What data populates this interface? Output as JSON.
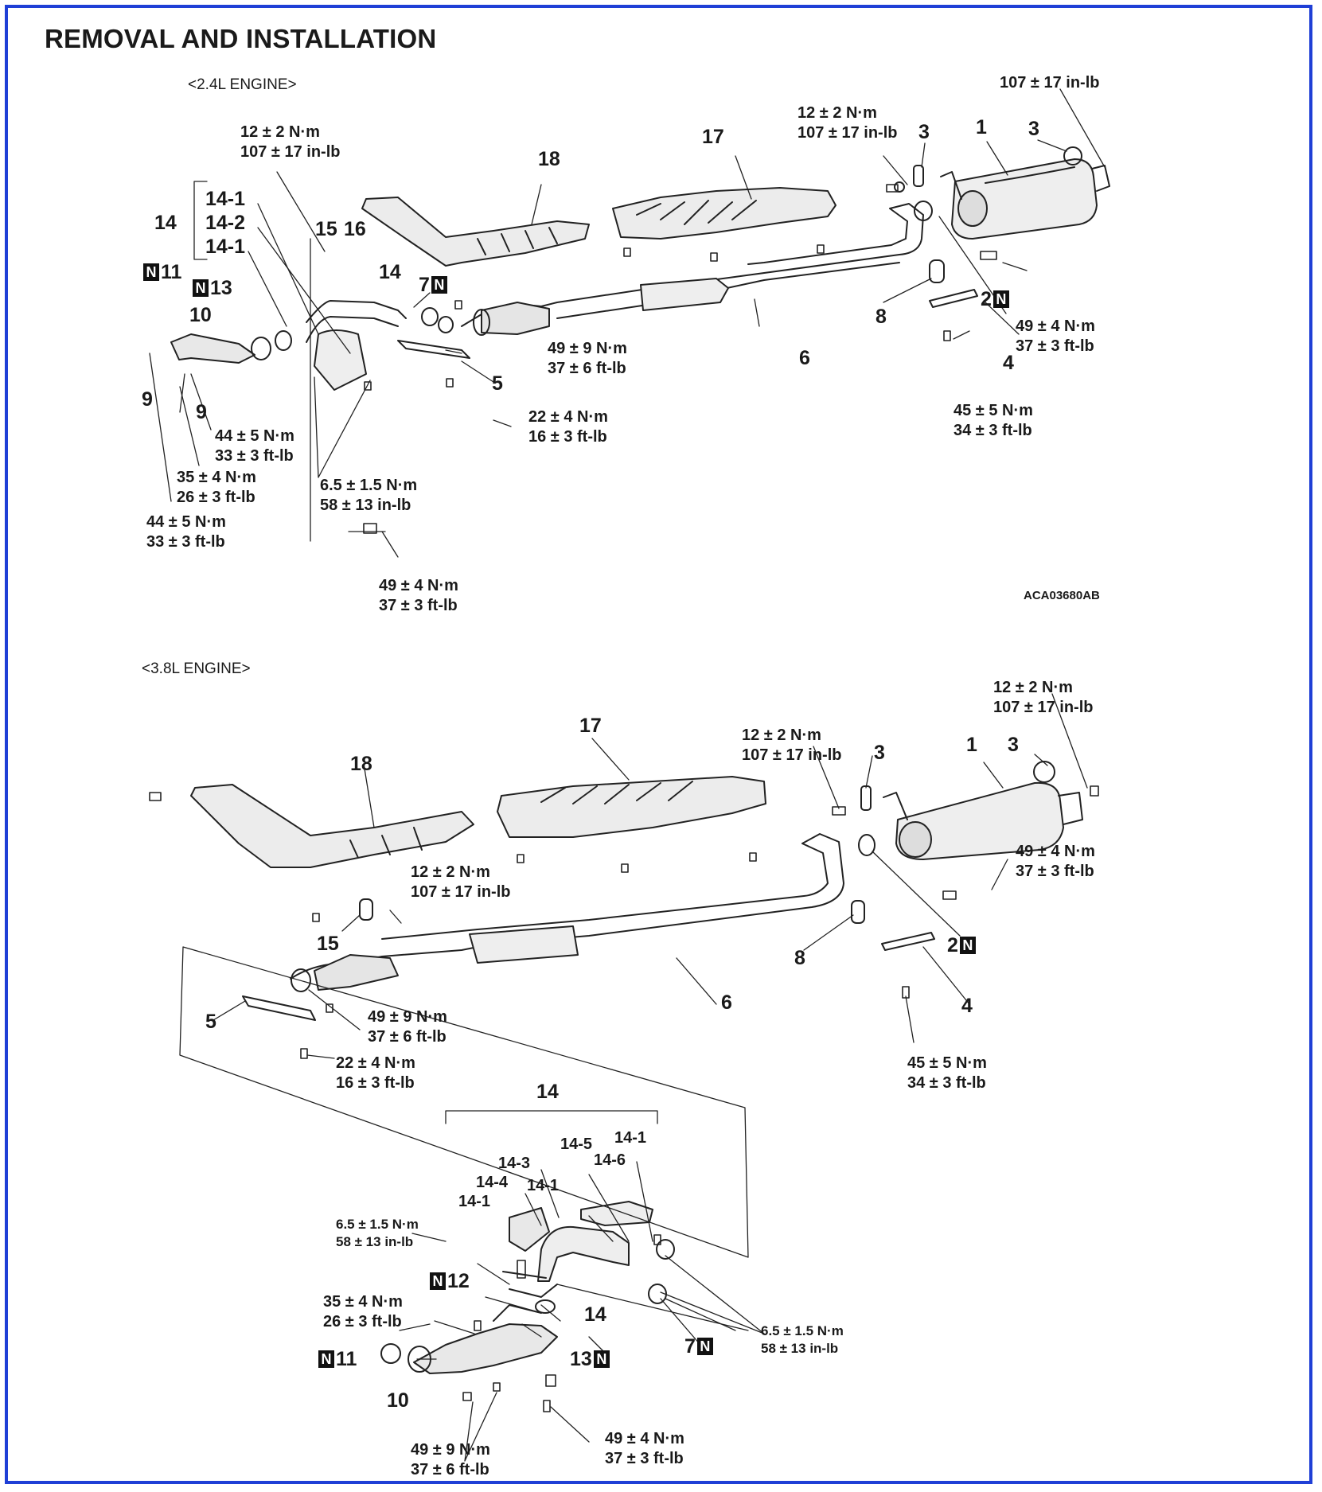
{
  "page": {
    "title": "REMOVAL AND INSTALLATION",
    "border_color": "#1f3fd6"
  },
  "new_part_marker": "N",
  "engine_24": {
    "label": "<2.4L ENGINE>",
    "figure_code": "ACA03680AB",
    "torque": {
      "t1": [
        "107 ± 17 in-lb"
      ],
      "t2": [
        "12 ± 2 N·m",
        "107 ± 17 in-lb"
      ],
      "t3": [
        "12 ± 2 N·m",
        "107 ± 17 in-lb"
      ],
      "t4": [
        "49 ± 9 N·m",
        "37 ± 6 ft-lb"
      ],
      "t5": [
        "49 ± 4 N·m",
        "37 ± 3 ft-lb"
      ],
      "t6": [
        "45 ± 5 N·m",
        "34 ± 3 ft-lb"
      ],
      "t7": [
        "22 ± 4 N·m",
        "16 ± 3 ft-lb"
      ],
      "t8": [
        "44 ± 5 N·m",
        "33 ± 3 ft-lb"
      ],
      "t9": [
        "35 ± 4 N·m",
        "26 ± 3 ft-lb"
      ],
      "t10": [
        "44 ± 5 N·m",
        "33 ± 3 ft-lb"
      ],
      "t11": [
        "6.5 ± 1.5 N·m",
        "58 ± 13 in-lb"
      ],
      "t12": [
        "49 ± 4 N·m",
        "37 ± 3 ft-lb"
      ]
    },
    "parts": {
      "p1": "1",
      "p3a": "3",
      "p3b": "3",
      "p17": "17",
      "p18": "18",
      "p14": "14",
      "p14_1a": "14-1",
      "p14_2": "14-2",
      "p14_1b": "14-1",
      "p15": "15",
      "p16": "16",
      "p14b": "14",
      "p7": "7",
      "p11": "11",
      "p13": "13",
      "p10": "10",
      "p9a": "9",
      "p9b": "9",
      "p5": "5",
      "p6": "6",
      "p8": "8",
      "p2": "2",
      "p4": "4"
    }
  },
  "engine_38": {
    "label": "<3.8L ENGINE>",
    "torque": {
      "t1": [
        "12 ± 2 N·m",
        "107 ± 17 in-lb"
      ],
      "t2": [
        "12 ± 2 N·m",
        "107 ± 17 in-lb"
      ],
      "t3": [
        "49 ± 4 N·m",
        "37 ± 3 ft-lb"
      ],
      "t4": [
        "12 ± 2 N·m",
        "107 ± 17 in-lb"
      ],
      "t5": [
        "49 ± 9 N·m",
        "37 ± 6 ft-lb"
      ],
      "t6": [
        "22 ± 4 N·m",
        "16 ± 3 ft-lb"
      ],
      "t7": [
        "45 ± 5 N·m",
        "34 ± 3 ft-lb"
      ],
      "t8": [
        "6.5 ± 1.5 N·m",
        "58 ± 13 in-lb"
      ],
      "t9": [
        "35 ± 4 N·m",
        "26 ± 3 ft-lb"
      ],
      "t10": [
        "6.5 ± 1.5 N·m",
        "58 ± 13 in-lb"
      ],
      "t11": [
        "49 ± 9 N·m",
        "37 ± 6 ft-lb"
      ],
      "t12": [
        "49 ± 4 N·m",
        "37 ± 3 ft-lb"
      ]
    },
    "parts": {
      "p1": "1",
      "p3a": "3",
      "p3b": "3",
      "p17": "17",
      "p18": "18",
      "p15": "15",
      "p2": "2",
      "p8": "8",
      "p6": "6",
      "p4": "4",
      "p5": "5",
      "p14": "14",
      "p14_5": "14-5",
      "p14_1a": "14-1",
      "p14_3": "14-3",
      "p14_6": "14-6",
      "p14_4": "14-4",
      "p14_1b": "14-1",
      "p14_1c": "14-1",
      "p12": "12",
      "p14b": "14",
      "p11": "11",
      "p13": "13",
      "p7": "7",
      "p10": "10"
    }
  }
}
